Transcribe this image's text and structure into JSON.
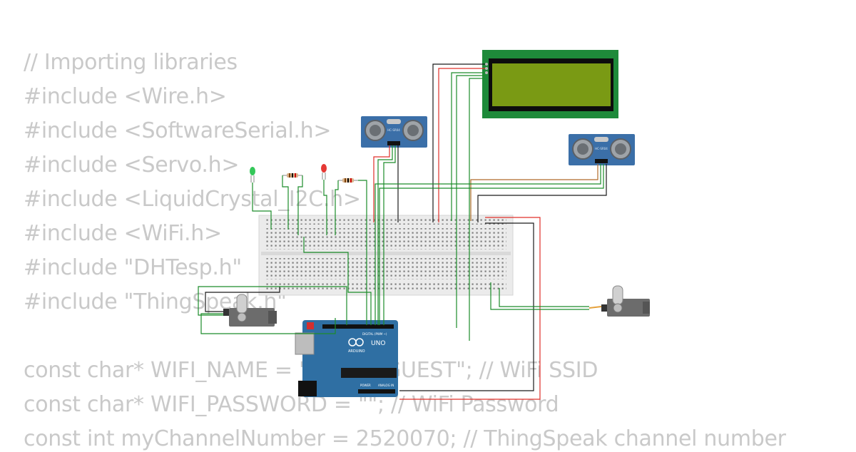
{
  "code_lines": [
    "// Importing libraries",
    "#include <Wire.h>",
    "#include <SoftwareSerial.h>",
    "#include <Servo.h>",
    "#include <LiquidCrystal_I2C.h>",
    "#include <WiFi.h>",
    "#include \"DHTesp.h\"",
    "#include \"ThingSpeak.h\"",
    "",
    "const char* WIFI_NAME = \"Wokwi-GUEST\"; // WiFi SSID",
    "const char* WIFI_PASSWORD = \"\"; // WiFi Password",
    "const int myChannelNumber = 2520070; // ThingSpeak channel number"
  ],
  "board": {
    "brand": "ARDUINO",
    "model": "UNO",
    "header_digital": "DIGITAL (PWM ~)",
    "header_power": "POWER",
    "header_analog": "ANALOG IN"
  },
  "sensors": {
    "ultrasonic_label": "HC-SR04"
  },
  "colors": {
    "code_text": "#c9c9c9",
    "wire_green": "#1c8c2a",
    "wire_red": "#e0302a",
    "wire_black": "#1a1a1a",
    "board_blue": "#2f6fa3",
    "lcd_frame": "#1e8a3a",
    "lcd_screen": "#7a9a14",
    "breadboard": "#e9e9e9"
  }
}
